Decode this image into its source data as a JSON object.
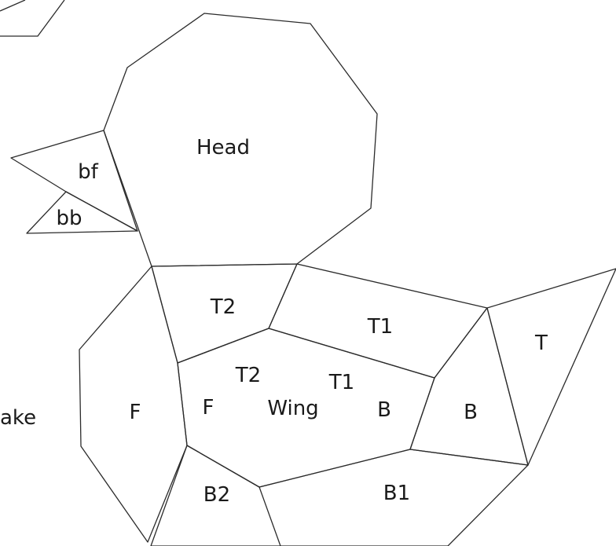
{
  "diagram": {
    "labels": {
      "head": "Head",
      "bill_front": "bf",
      "bill_back": "bb",
      "front_left": "F",
      "front_inner": "F",
      "top2_upper": "T2",
      "top2_lower": "T2",
      "top1_upper": "T1",
      "top1_lower": "T1",
      "wing": "Wing",
      "back_inner": "B",
      "back_outer": "B",
      "tail": "T",
      "bottom2": "B2",
      "bottom1": "B1",
      "side_partial": "ake"
    }
  }
}
